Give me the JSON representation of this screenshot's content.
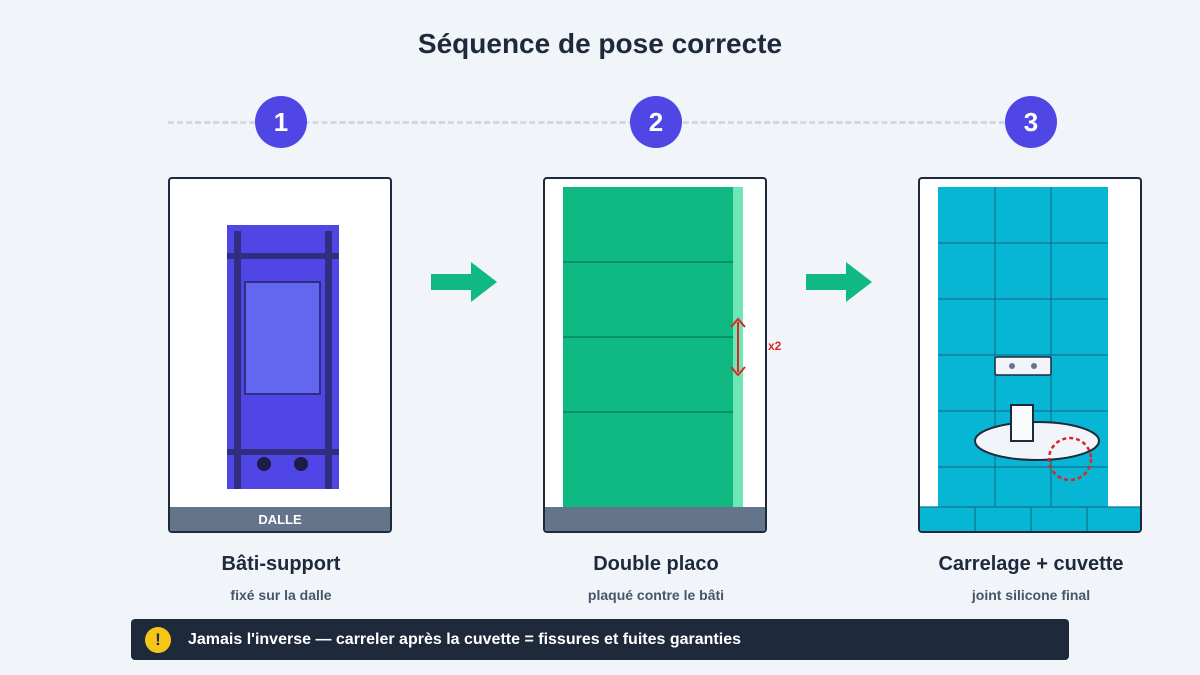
{
  "title": "Séquence de pose correcte",
  "colors": {
    "step_badge": "#4f46e5",
    "frame": "#4f46e5",
    "frame_dark": "#312e81",
    "frame_inner": "#6366f1",
    "placo": "#10b981",
    "tile": "#06b6d4",
    "slab": "#64748b",
    "arrow": "#10b981",
    "warning_bg": "#1e293b",
    "warning_icon": "#f5c518",
    "callout": "#dc2626"
  },
  "steps": [
    {
      "number": "1",
      "label": "Bâti-support",
      "sublabel": "fixé sur la dalle",
      "slab_label": "DALLE",
      "icon": "frame-on-slab"
    },
    {
      "number": "2",
      "label": "Double placo",
      "sublabel": "plaqué contre le bâti",
      "thickness_label": "x2",
      "icon": "double-plasterboard"
    },
    {
      "number": "3",
      "label": "Carrelage + cuvette",
      "sublabel": "joint silicone final",
      "icon": "tiles-and-toilet"
    }
  ],
  "arrows": [
    "right-arrow-icon",
    "right-arrow-icon"
  ],
  "warning": {
    "icon": "!",
    "text": "Jamais l'inverse — carreler après la cuvette = fissures et fuites garanties"
  }
}
